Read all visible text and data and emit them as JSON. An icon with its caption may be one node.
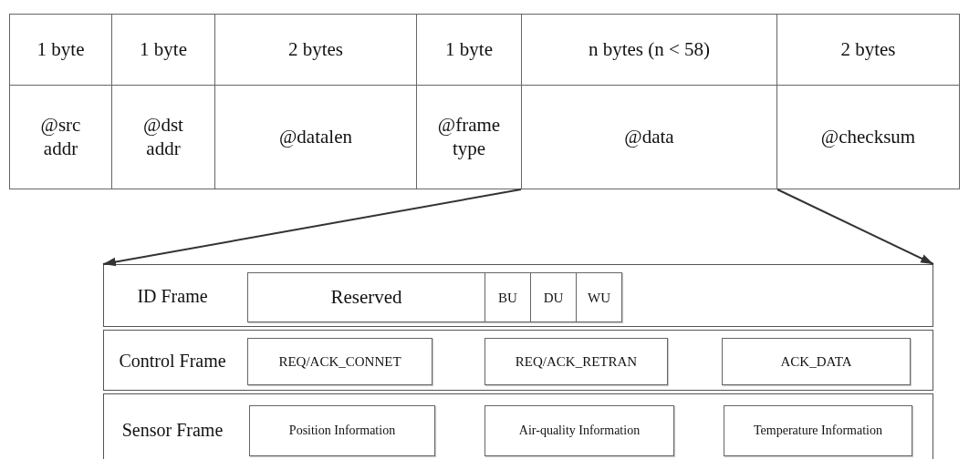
{
  "diagram": {
    "nodes": [
      {
        "text": [
          "1 byte"
        ]
      },
      {
        "text": [
          "1 byte"
        ]
      },
      {
        "text": [
          "2 bytes"
        ]
      },
      {
        "text": [
          "1 byte"
        ]
      },
      {
        "text": [
          "n bytes  (n < 58)"
        ]
      },
      {
        "text": [
          "2 bytes"
        ]
      },
      {
        "text": [
          "@src addr"
        ]
      },
      {
        "text": [
          "@dst addr"
        ]
      },
      {
        "text": [
          "@datalen"
        ]
      },
      {
        "text": [
          "@frame type"
        ]
      },
      {
        "text": [
          "@data"
        ]
      },
      {
        "text": [
          "@checksum"
        ]
      },
      {
        "text": [
          "ID Frame"
        ]
      },
      {
        "text": [
          "Reserved"
        ],
        "in": 12
      },
      {
        "text": [
          "BU"
        ],
        "in": 12
      },
      {
        "text": [
          "DU"
        ],
        "in": 12
      },
      {
        "text": [
          "WU"
        ],
        "in": 12
      },
      {
        "text": [
          "Control Frame"
        ]
      },
      {
        "text": [
          "REQ/ACK_CONNET"
        ],
        "in": 17
      },
      {
        "text": [
          "REQ/ACK_RETRAN"
        ],
        "in": 17
      },
      {
        "text": [
          "ACK_DATA"
        ],
        "in": 17
      },
      {
        "text": [
          "Sensor Frame"
        ]
      },
      {
        "text": [
          "Position Information"
        ],
        "in": 21
      },
      {
        "text": [
          "Air-quality Information"
        ],
        "in": 21
      },
      {
        "text": [
          "Temperature Information"
        ],
        "in": 21
      }
    ],
    "edges": [
      {
        "from": 10,
        "to": 12,
        "arrow": "to"
      },
      {
        "from": 10,
        "to": 12,
        "arrow": "to"
      }
    ]
  }
}
